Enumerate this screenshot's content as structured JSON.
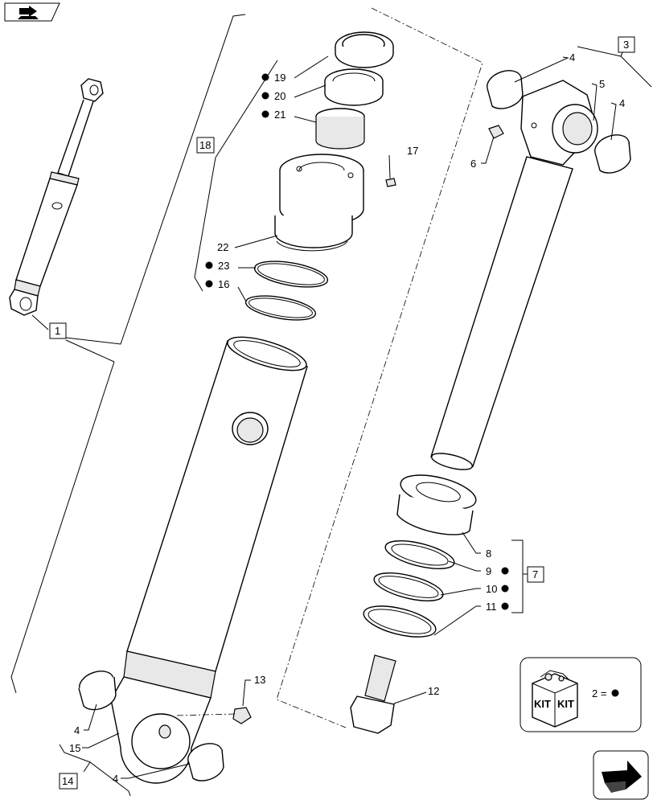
{
  "callouts": {
    "c1": "1",
    "c3": "3",
    "c4a": "4",
    "c4b": "4",
    "c4c": "4",
    "c4d": "4",
    "c5": "5",
    "c6": "6",
    "c7": "7",
    "c8": "8",
    "c9": "9",
    "c10": "10",
    "c11": "11",
    "c12": "12",
    "c13": "13",
    "c14": "14",
    "c15": "15",
    "c16": "16",
    "c17": "17",
    "c18": "18",
    "c19": "19",
    "c20": "20",
    "c21": "21",
    "c22": "22",
    "c23": "23"
  },
  "legend": {
    "kit_left": "KIT",
    "kit_right": "KIT",
    "equals": "2 ="
  },
  "icons": {
    "top_nav": "book-arrow-icon",
    "bottom_nav": "next-arrow-icon"
  }
}
